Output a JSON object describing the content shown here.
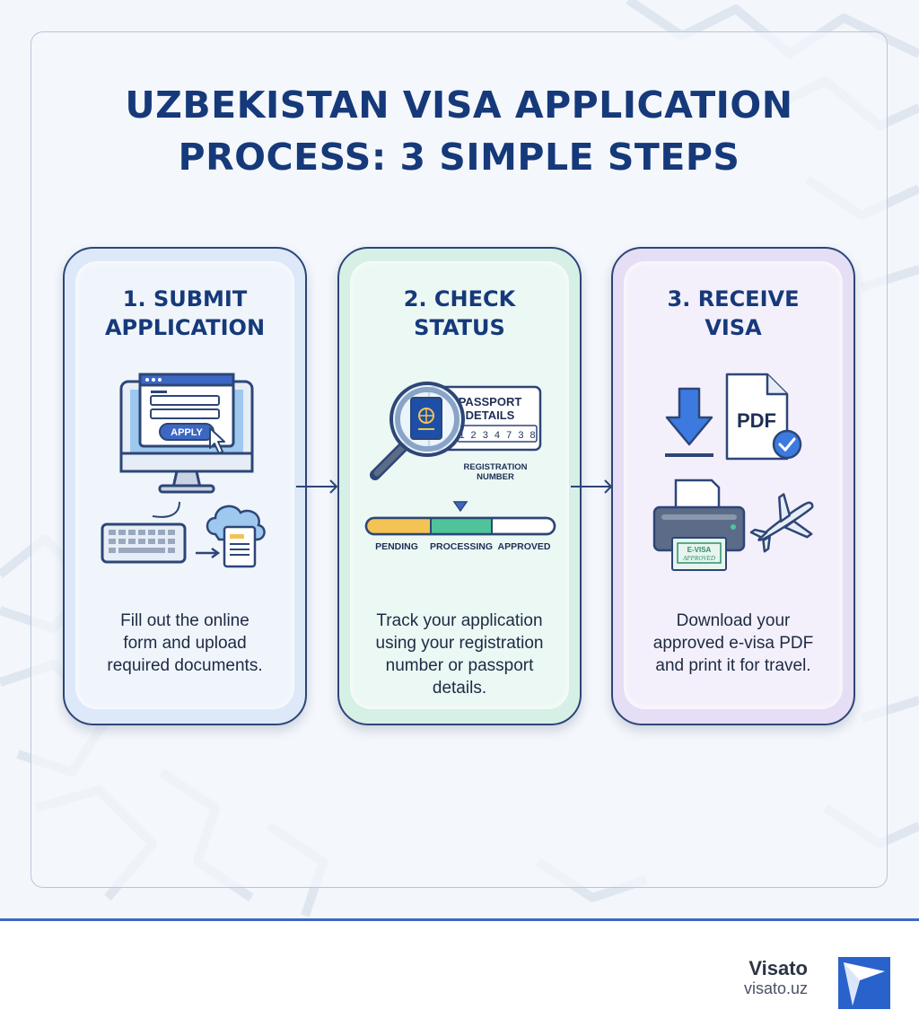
{
  "title": {
    "line1": "UZBEKISTAN VISA APPLICATION",
    "line2": "PROCESS: 3 SIMPLE STEPS"
  },
  "steps": [
    {
      "title_line1": "1. SUBMIT",
      "title_line2": "APPLICATION",
      "button_label": "APPLY",
      "desc_line1": "Fill out the online",
      "desc_line2": "form and upload",
      "desc_line3": "required documents."
    },
    {
      "title_line1": "2. CHECK",
      "title_line2": "STATUS",
      "passport_label_line1": "PASSPORT",
      "passport_label_line2": "DETAILS",
      "number_sample": "1 2 3 4 7 3 8",
      "registration_line1": "REGISTRATION",
      "registration_line2": "NUMBER",
      "status_labels": [
        "PENDING",
        "PROCESSING",
        "APPROVED"
      ],
      "desc_line1": "Track your application",
      "desc_line2": "using your registration",
      "desc_line3": "number or passport",
      "desc_line4": "details."
    },
    {
      "title_line1": "3. RECEIVE",
      "title_line2": "VISA",
      "doc_label": "PDF",
      "stamp_line1": "E-VISA",
      "stamp_line2": "APPROVED",
      "desc_line1": "Download your",
      "desc_line2": "approved e-visa PDF",
      "desc_line3": "and print it for travel."
    }
  ],
  "brand": {
    "name": "Visato",
    "url": "visato.uz"
  },
  "colors": {
    "title": "#16397a",
    "card1_bg": "#dde9f8",
    "card2_bg": "#d6f0e6",
    "card3_bg": "#e6def5",
    "status_pending": "#f3c454",
    "status_processing": "#4fc49a",
    "footer_accent": "#3c68c4"
  }
}
